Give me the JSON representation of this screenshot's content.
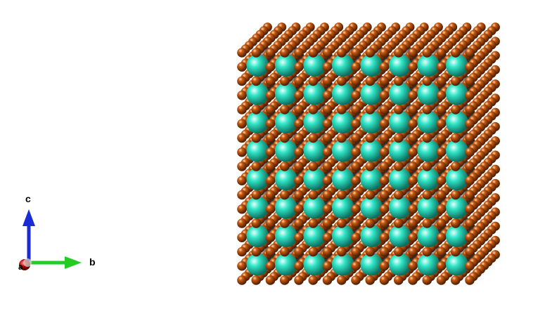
{
  "axes": {
    "a_label": "a",
    "b_label": "b",
    "c_label": "c",
    "colors": {
      "a": "#b00000",
      "b": "#22cc22",
      "c": "#1a2bd6"
    }
  },
  "structure": {
    "colors": {
      "large_atom": "#33e6c8",
      "small_atom": "#c85a10",
      "rear_atom": "#4a5560"
    }
  }
}
